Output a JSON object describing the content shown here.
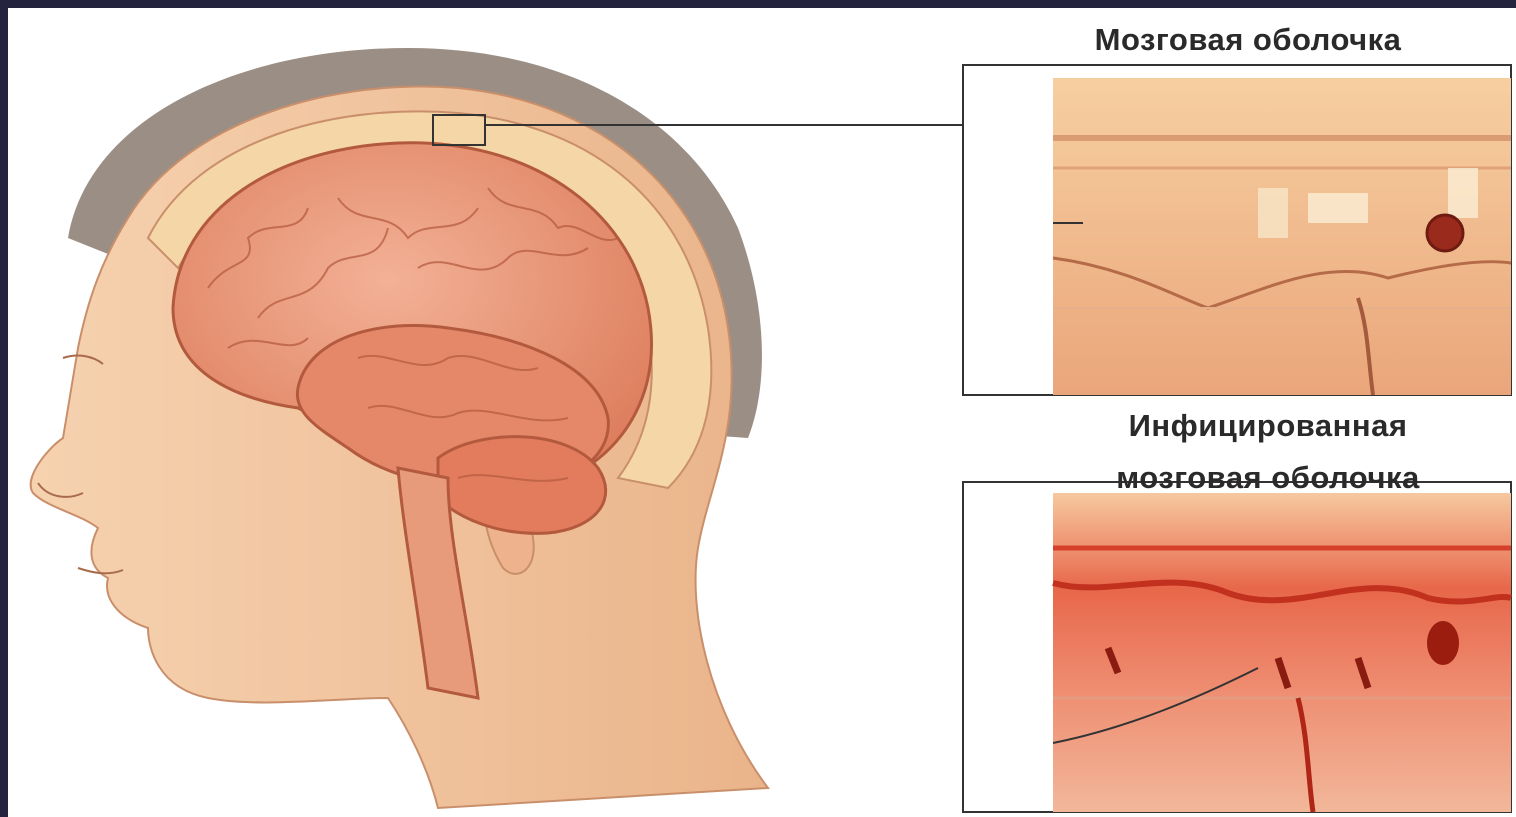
{
  "labels": {
    "normal": "Мозговая оболочка",
    "infected_line1": "Инфицированная",
    "infected_line2": "мозговая оболочка"
  },
  "colors": {
    "background": "#24243f",
    "skin": "#f0bf96",
    "brain": "#e98f6e",
    "inflamed": "#e0452e"
  }
}
